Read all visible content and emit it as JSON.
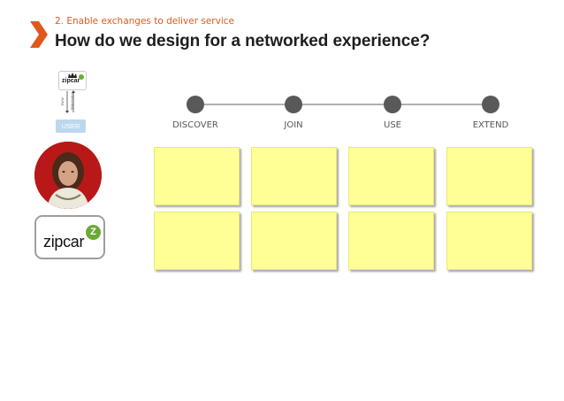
{
  "header": {
    "subtitle": "2. Enable exchanges to deliver service",
    "title": "How do we design for a networked experience?"
  },
  "sidebar": {
    "mini_logo_text": "zipcar",
    "mini_labels": [
      "AVAIL",
      "PURCHASE"
    ],
    "user_label": "USER",
    "brand_name": "zipcar",
    "brand_badge": "Z"
  },
  "stages": [
    "DISCOVER",
    "JOIN",
    "USE",
    "EXTEND"
  ],
  "notes_rows": 2,
  "colors": {
    "accent": "#e2581c",
    "note": "#ffff96",
    "stage_dot": "#595959",
    "user_pill": "#bcd7ef",
    "avatar_bg": "#c21b1b",
    "brand_badge": "#6aa935"
  },
  "icons": [
    "chevron-right-icon",
    "crown-icon",
    "zipcar-badge-icon",
    "up-down-arrows-icon"
  ]
}
